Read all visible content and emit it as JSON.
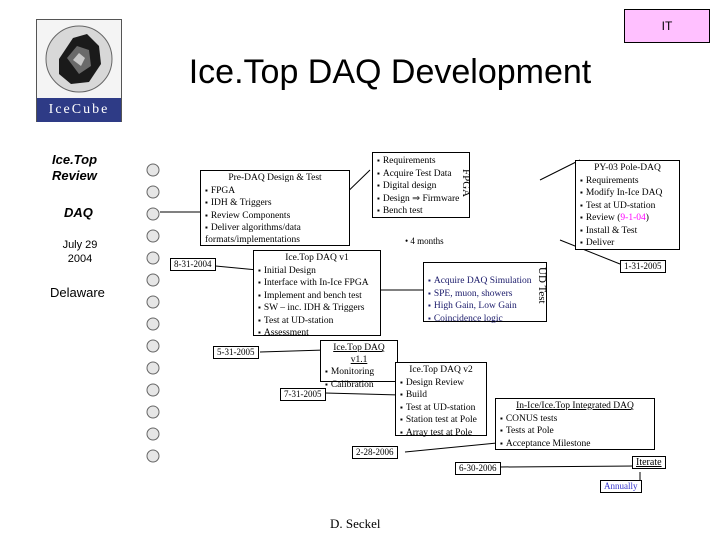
{
  "badge": "IT",
  "title": "Ice.Top DAQ Development",
  "logo": {
    "text": "IceCube"
  },
  "left_column": {
    "review": "Ice.Top Review",
    "daq": "DAQ",
    "date": "July 29 2004",
    "place": "Delaware"
  },
  "boxes": {
    "predaq": {
      "title": "Pre-DAQ Design & Test",
      "items": [
        "FPGA",
        "IDH & Triggers",
        "Review Components",
        "Deliver algorithms/data formats/implementations"
      ]
    },
    "fpga": {
      "label": "FPGA",
      "items": [
        "Requirements",
        "Acquire Test Data",
        "Digital design",
        "Design ⇒ Firmware",
        "Bench test"
      ],
      "note": "• 4 months"
    },
    "py03": {
      "title": "PY-03 Pole-DAQ",
      "items": [
        "Requirements",
        "Modify In-Ice DAQ",
        "Test at UD-station",
        "Install & Test",
        "Deliver"
      ],
      "review_prefix": "Review (",
      "review_date": "9-1-04",
      "review_suffix": ")"
    },
    "v1": {
      "title": "Ice.Top DAQ v1",
      "items": [
        "Initial Design",
        "Interface with In-Ice FPGA",
        "Implement and bench test",
        "SW – inc. IDH & Triggers",
        "Test at UD-station",
        "Assessment"
      ]
    },
    "udtest": {
      "label": "UD Test",
      "items": [
        "Acquire DAQ Simulation",
        "SPE, muon, showers",
        "High Gain, Low Gain",
        "Coincidence logic"
      ]
    },
    "v11": {
      "title": "Ice.Top DAQ v1.1",
      "items": [
        "Monitoring",
        "Calibration"
      ]
    },
    "v2": {
      "title": "Ice.Top DAQ v2",
      "items": [
        "Design Review",
        "Build",
        "Test at UD-station",
        "Station test at Pole",
        "Array test at Pole"
      ]
    },
    "integrated": {
      "title": "In-Ice/Ice.Top Integrated DAQ",
      "items": [
        "CONUS tests",
        "Tests at Pole",
        "Acceptance Milestone"
      ]
    }
  },
  "dates": {
    "d1": "8-31-2004",
    "d2": "1-31-2005",
    "d3": "5-31-2005",
    "d4": "7-31-2005",
    "d5": "2-28-2006",
    "d6": "6-30-2006"
  },
  "iterate": "Iterate",
  "annually": "Annually",
  "author": "D. Seckel",
  "colors": {
    "accent": "#3333cc",
    "badge": "#ffc0ff",
    "highlight": "#ff00ff"
  }
}
